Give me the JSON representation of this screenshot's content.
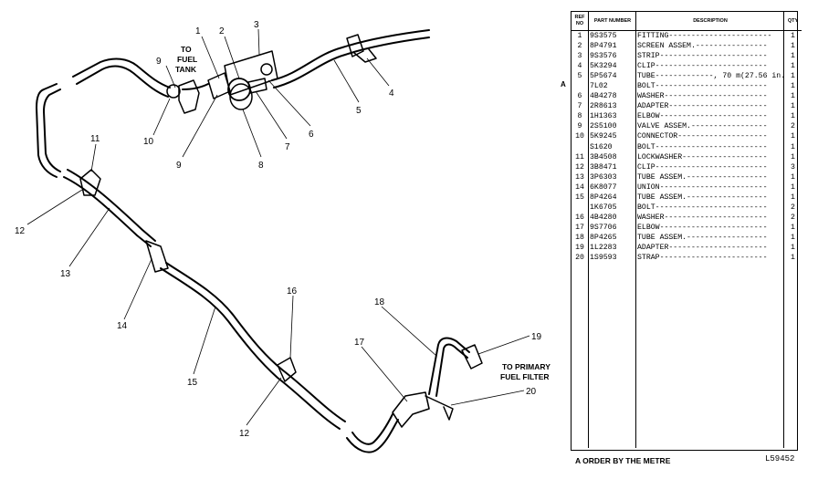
{
  "diagram": {
    "callouts": [
      {
        "id": "1",
        "label": "1"
      },
      {
        "id": "2",
        "label": "2"
      },
      {
        "id": "3",
        "label": "3"
      },
      {
        "id": "4",
        "label": "4"
      },
      {
        "id": "5",
        "label": "5"
      },
      {
        "id": "6",
        "label": "6"
      },
      {
        "id": "7",
        "label": "7"
      },
      {
        "id": "8",
        "label": "8"
      },
      {
        "id": "9a",
        "label": "9"
      },
      {
        "id": "9b",
        "label": "9"
      },
      {
        "id": "10",
        "label": "10"
      },
      {
        "id": "11",
        "label": "11"
      },
      {
        "id": "12a",
        "label": "12"
      },
      {
        "id": "12b",
        "label": "12"
      },
      {
        "id": "13",
        "label": "13"
      },
      {
        "id": "14",
        "label": "14"
      },
      {
        "id": "15",
        "label": "15"
      },
      {
        "id": "16",
        "label": "16"
      },
      {
        "id": "17",
        "label": "17"
      },
      {
        "id": "18",
        "label": "18"
      },
      {
        "id": "19",
        "label": "19"
      },
      {
        "id": "20",
        "label": "20"
      }
    ],
    "notes": {
      "fuel_tank": [
        "TO",
        "FUEL",
        "TANK"
      ],
      "primary_filter": [
        "TO PRIMARY",
        "FUEL FILTER"
      ]
    }
  },
  "parts_table": {
    "headers": {
      "ref": "REF NO",
      "part": "PART NUMBER",
      "desc": "DESCRIPTION",
      "qty": "QTY"
    },
    "mark": "A",
    "rows": [
      {
        "ref": "1",
        "part": "9S3575",
        "desc": "FITTING-----------------------",
        "qty": "1"
      },
      {
        "ref": "2",
        "part": "8P4791",
        "desc": "SCREEN ASSEM.----------------",
        "qty": "1"
      },
      {
        "ref": "3",
        "part": "9S3576",
        "desc": "STRIP------------------------",
        "qty": "1"
      },
      {
        "ref": "4",
        "part": "5K3294",
        "desc": "CLIP-------------------------",
        "qty": "1"
      },
      {
        "ref": "5",
        "part": "5P5674",
        "desc": "TUBE-------------, 70 m(27.56 in.)",
        "qty": "1"
      },
      {
        "ref": "",
        "part": "7L02",
        "desc": "BOLT-------------------------",
        "qty": "1"
      },
      {
        "ref": "6",
        "part": "4B4278",
        "desc": "WASHER-----------------------",
        "qty": "1"
      },
      {
        "ref": "7",
        "part": "2R8613",
        "desc": "ADAPTER----------------------",
        "qty": "1"
      },
      {
        "ref": "8",
        "part": "1H1363",
        "desc": "ELBOW------------------------",
        "qty": "1"
      },
      {
        "ref": "9",
        "part": "2S5100",
        "desc": "VALVE ASSEM.-----------------",
        "qty": "2"
      },
      {
        "ref": "10",
        "part": "5K9245",
        "desc": "CONNECTOR--------------------",
        "qty": "1"
      },
      {
        "ref": "",
        "part": "S1620",
        "desc": "BOLT-------------------------",
        "qty": "1"
      },
      {
        "ref": "11",
        "part": "3B4508",
        "desc": "LOCKWASHER-------------------",
        "qty": "1"
      },
      {
        "ref": "12",
        "part": "3B8471",
        "desc": "CLIP-------------------------",
        "qty": "3"
      },
      {
        "ref": "13",
        "part": "3P6303",
        "desc": "TUBE ASSEM.------------------",
        "qty": "1"
      },
      {
        "ref": "14",
        "part": "6K8077",
        "desc": "UNION------------------------",
        "qty": "1"
      },
      {
        "ref": "15",
        "part": "8P4264",
        "desc": "TUBE ASSEM.------------------",
        "qty": "1"
      },
      {
        "ref": "",
        "part": "1K6705",
        "desc": "BOLT-------------------------",
        "qty": "2"
      },
      {
        "ref": "16",
        "part": "4B4280",
        "desc": "WASHER-----------------------",
        "qty": "2"
      },
      {
        "ref": "17",
        "part": "9S7706",
        "desc": "ELBOW------------------------",
        "qty": "1"
      },
      {
        "ref": "18",
        "part": "8P4265",
        "desc": "TUBE ASSEM.------------------",
        "qty": "1"
      },
      {
        "ref": "19",
        "part": "1L2283",
        "desc": "ADAPTER----------------------",
        "qty": "1"
      },
      {
        "ref": "20",
        "part": "1S9593",
        "desc": "STRAP------------------------",
        "qty": "1"
      }
    ],
    "footnote": "A ORDER BY THE METRE",
    "drawing_id": "L59452"
  }
}
